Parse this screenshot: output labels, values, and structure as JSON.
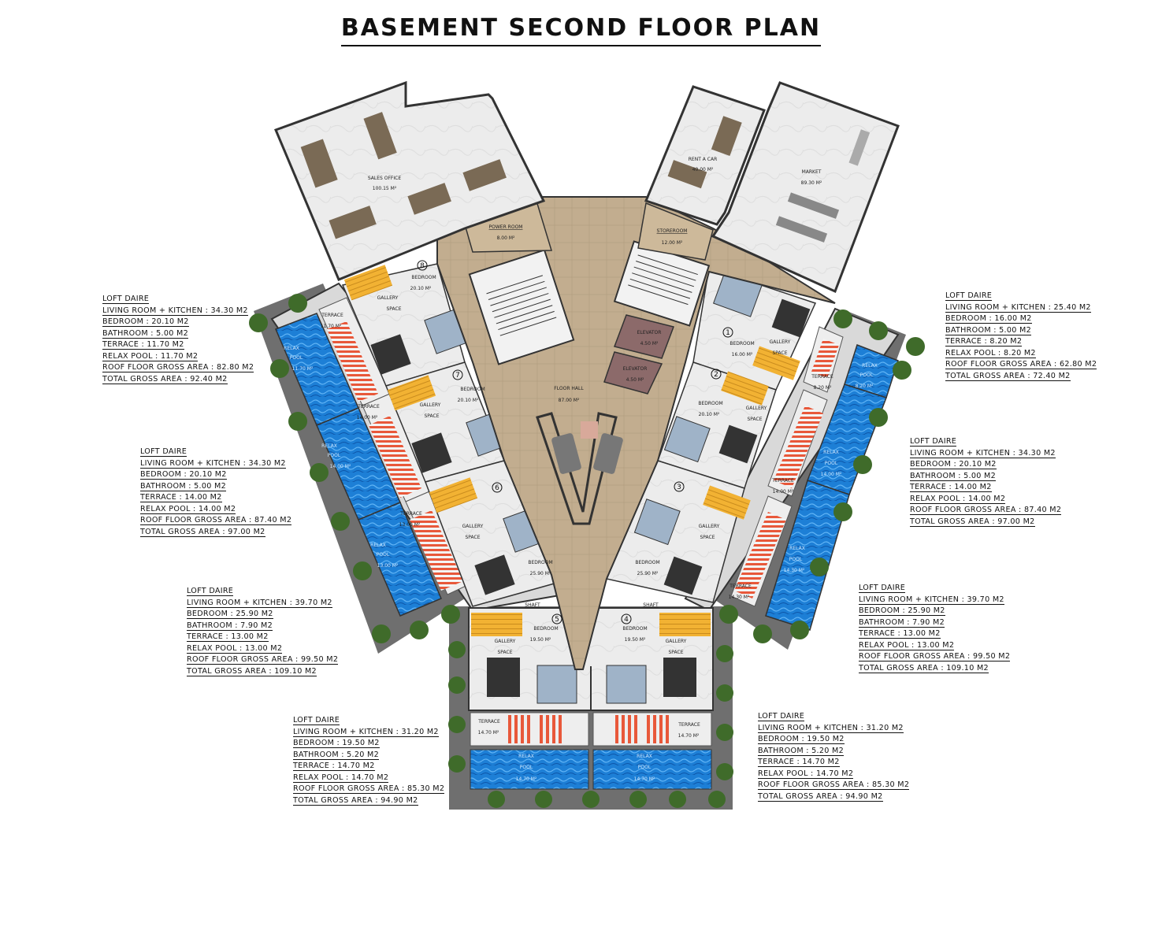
{
  "title": "BASEMENT SECOND FLOOR PLAN",
  "colors": {
    "pool": "#1d7fd6",
    "pool_dark": "#0d55a8",
    "terrace_stripe": "#e8583a",
    "stair": "#f2b233",
    "hall": "#c2ad8f",
    "floor_grey": "#d9d9d9",
    "outer_grey": "#6f6f6f",
    "tree": "#3f6b2a",
    "elevator": "#8c6a6a"
  },
  "rooms": {
    "sales_office": {
      "name": "SALES OFFICE",
      "area": "100.15 M²"
    },
    "rent_a_car": {
      "name": "RENT A CAR",
      "area": "40.00 M²"
    },
    "market": {
      "name": "MARKET",
      "area": "89.30 M²"
    },
    "power_room": {
      "name": "POWER ROOM",
      "area": "8.00 M²"
    },
    "storeroom": {
      "name": "STOREROOM",
      "area": "12.00 M²"
    },
    "elevator1": {
      "name": "ELEVATOR",
      "area": "4.50 M²"
    },
    "elevator2": {
      "name": "ELEVATOR",
      "area": "4.50 M²"
    },
    "floor_hall": {
      "name": "FLOOR HALL",
      "area": "87.00 M²"
    },
    "shaft": "SHAFT",
    "gallery": "GALLERY",
    "space": "SPACE",
    "bedroom": "BEDROOM",
    "terrace": "TERRACE",
    "relax": "RELAX",
    "pool": "POOL"
  },
  "units": [
    {
      "num": "1",
      "bedroom": "16.00 M²",
      "terrace": "8.20 M²",
      "pool": "8.20 M²"
    },
    {
      "num": "2",
      "bedroom": "20.10 M²",
      "terrace": "14.00 M²",
      "pool": "14.00 M²"
    },
    {
      "num": "3",
      "bedroom": "25.90 M²",
      "terrace": "14.30 M²",
      "pool": "14.30 M²"
    },
    {
      "num": "4",
      "bedroom": "19.50 M²",
      "terrace": "14.70 M²",
      "pool": "14.70 M²"
    },
    {
      "num": "5",
      "bedroom": "19.50 M²",
      "terrace": "14.70 M²",
      "pool": "14.70 M²"
    },
    {
      "num": "6",
      "bedroom": "25.90 M²",
      "terrace": "13.00 M²",
      "pool": "13.00 M²"
    },
    {
      "num": "7",
      "bedroom": "20.10 M²",
      "terrace": "14.00 M²",
      "pool": "14.00 M²"
    },
    {
      "num": "8",
      "bedroom": "20.10 M²",
      "terrace": "11.70 M²",
      "pool": "11.70 M²"
    }
  ],
  "infos": [
    {
      "lines": [
        "LOFT DAIRE",
        "LIVING ROOM + KITCHEN : 34.30 M2",
        "BEDROOM : 20.10 M2",
        "BATHROOM : 5.00 M2",
        "TERRACE : 11.70 M2",
        "RELAX POOL : 11.70 M2",
        "ROOF FLOOR GROSS AREA : 82.80 M2",
        "TOTAL GROSS AREA : 92.40 M2"
      ]
    },
    {
      "lines": [
        "LOFT DAIRE",
        "LIVING ROOM + KITCHEN : 34.30 M2",
        "BEDROOM : 20.10 M2",
        "BATHROOM : 5.00 M2",
        "TERRACE : 14.00 M2",
        "RELAX POOL : 14.00 M2",
        "ROOF FLOOR GROSS AREA : 87.40 M2",
        "TOTAL GROSS AREA : 97.00 M2"
      ]
    },
    {
      "lines": [
        "LOFT DAIRE",
        "LIVING ROOM + KITCHEN : 39.70 M2",
        "BEDROOM : 25.90 M2",
        "BATHROOM : 7.90 M2",
        "TERRACE : 13.00 M2",
        "RELAX POOL : 13.00 M2",
        "ROOF FLOOR GROSS AREA : 99.50 M2",
        "TOTAL GROSS AREA : 109.10 M2"
      ]
    },
    {
      "lines": [
        "LOFT DAIRE",
        "LIVING ROOM + KITCHEN : 31.20 M2",
        "BEDROOM : 19.50 M2",
        "BATHROOM : 5.20 M2",
        "TERRACE : 14.70 M2",
        "RELAX POOL : 14.70 M2",
        "ROOF FLOOR GROSS AREA : 85.30 M2",
        "TOTAL GROSS AREA : 94.90 M2"
      ]
    },
    {
      "lines": [
        "LOFT DAIRE",
        "LIVING ROOM + KITCHEN : 25.40 M2",
        "BEDROOM : 16.00 M2",
        "BATHROOM : 5.00 M2",
        "TERRACE : 8.20 M2",
        "RELAX POOL : 8.20 M2",
        "ROOF FLOOR GROSS AREA : 62.80 M2",
        "TOTAL GROSS AREA : 72.40 M2"
      ]
    },
    {
      "lines": [
        "LOFT DAIRE",
        "LIVING ROOM + KITCHEN : 34.30 M2",
        "BEDROOM : 20.10 M2",
        "BATHROOM : 5.00 M2",
        "TERRACE : 14.00 M2",
        "RELAX POOL : 14.00 M2",
        "ROOF FLOOR GROSS AREA : 87.40 M2",
        "TOTAL GROSS AREA : 97.00 M2"
      ]
    },
    {
      "lines": [
        "LOFT DAIRE",
        "LIVING ROOM + KITCHEN : 39.70 M2",
        "BEDROOM : 25.90 M2",
        "BATHROOM : 7.90 M2",
        "TERRACE : 13.00 M2",
        "RELAX POOL : 13.00 M2",
        "ROOF FLOOR GROSS AREA : 99.50 M2",
        "TOTAL GROSS AREA : 109.10 M2"
      ]
    },
    {
      "lines": [
        "LOFT DAIRE",
        "LIVING ROOM + KITCHEN : 31.20 M2",
        "BEDROOM : 19.50 M2",
        "BATHROOM : 5.20 M2",
        "TERRACE : 14.70 M2",
        "RELAX POOL : 14.70 M2",
        "ROOF FLOOR GROSS AREA : 85.30 M2",
        "TOTAL GROSS AREA : 94.90 M2"
      ]
    }
  ]
}
